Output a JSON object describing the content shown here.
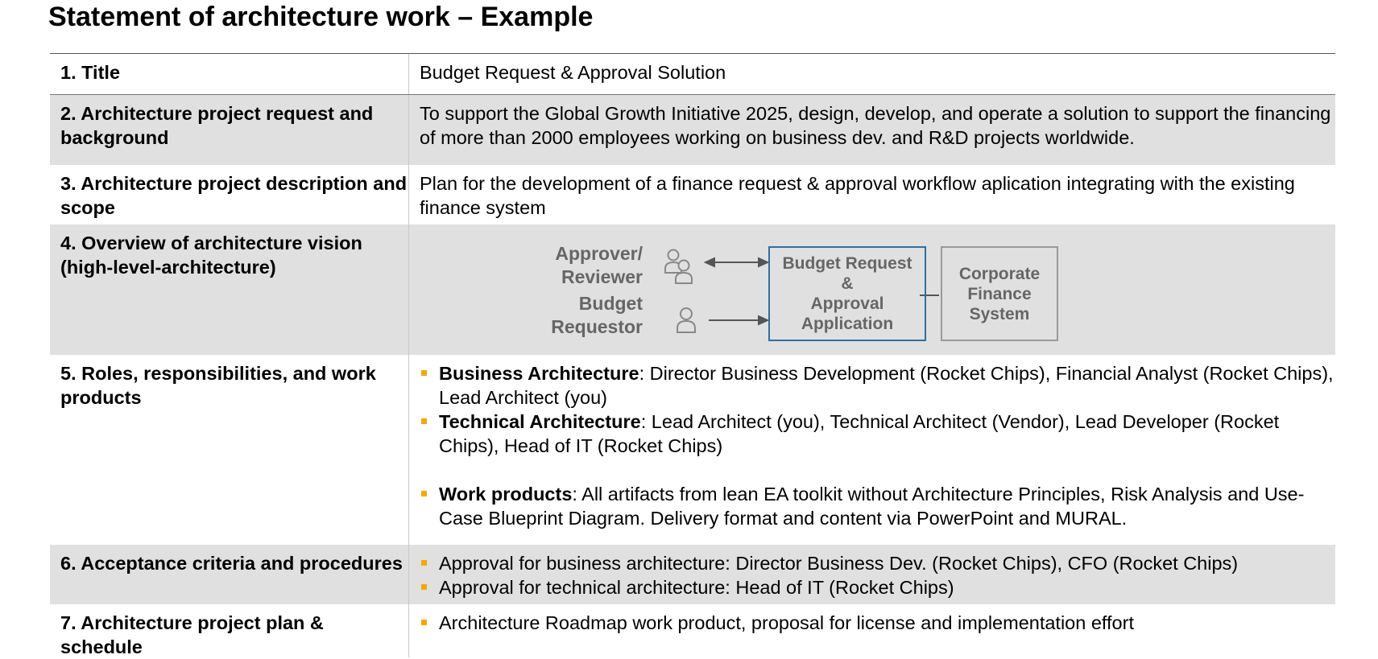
{
  "title": "Statement of architecture work – Example",
  "rows": [
    {
      "label": "1. Title",
      "text": "Budget Request & Approval Solution"
    },
    {
      "label": "2. Architecture project request and background",
      "text": "To support the Global Growth Initiative 2025, design, develop, and operate a solution to support the financing of more than 2000 employees working on business dev. and R&D projects worldwide."
    },
    {
      "label": "3. Architecture project description and scope",
      "text": "Plan for the development of a finance request & approval workflow aplication integrating with the existing finance system"
    },
    {
      "label": "4. Overview of architecture vision (high-level-architecture)",
      "diagram": {
        "role_approver_line1": "Approver/",
        "role_approver_line2": "Reviewer",
        "role_requestor_line1": "Budget",
        "role_requestor_line2": "Requestor",
        "box_app": "Budget Request & Approval Application",
        "box_app_lines": [
          "Budget Request",
          "&",
          "Approval",
          "Application"
        ],
        "box_finance_lines": [
          "Corporate",
          "Finance",
          "System"
        ],
        "colors": {
          "app_border": "#2e6fa3",
          "finance_border": "#999999",
          "text": "#666666"
        }
      }
    },
    {
      "label": "5. Roles, responsibilities, and work products",
      "bullets": [
        {
          "bold": "Business Architecture",
          "text": ": Director Business Development (Rocket Chips), Financial Analyst (Rocket Chips), Lead Architect (you)"
        },
        {
          "bold": "Technical Architecture",
          "text": ": Lead Architect (you), Technical Architect (Vendor), Lead Developer (Rocket Chips), Head of IT (Rocket Chips)"
        },
        {
          "bold": "Work products",
          "text": ": All artifacts from lean EA toolkit without Architecture Principles, Risk Analysis and Use-Case Blueprint Diagram. Delivery format and content via PowerPoint and MURAL."
        }
      ]
    },
    {
      "label": "6. Acceptance criteria and procedures",
      "bullets": [
        {
          "text": "Approval for business architecture: Director Business Dev. (Rocket Chips), CFO (Rocket Chips)"
        },
        {
          "text": "Approval for technical architecture: Head of IT (Rocket Chips)"
        }
      ]
    },
    {
      "label": "7. Architecture project plan & schedule",
      "bullets": [
        {
          "text": "Architecture Roadmap work product, proposal for license and implementation effort"
        }
      ]
    }
  ],
  "colors": {
    "bullet": "#f5a800",
    "shade": "#e0e0e0"
  }
}
